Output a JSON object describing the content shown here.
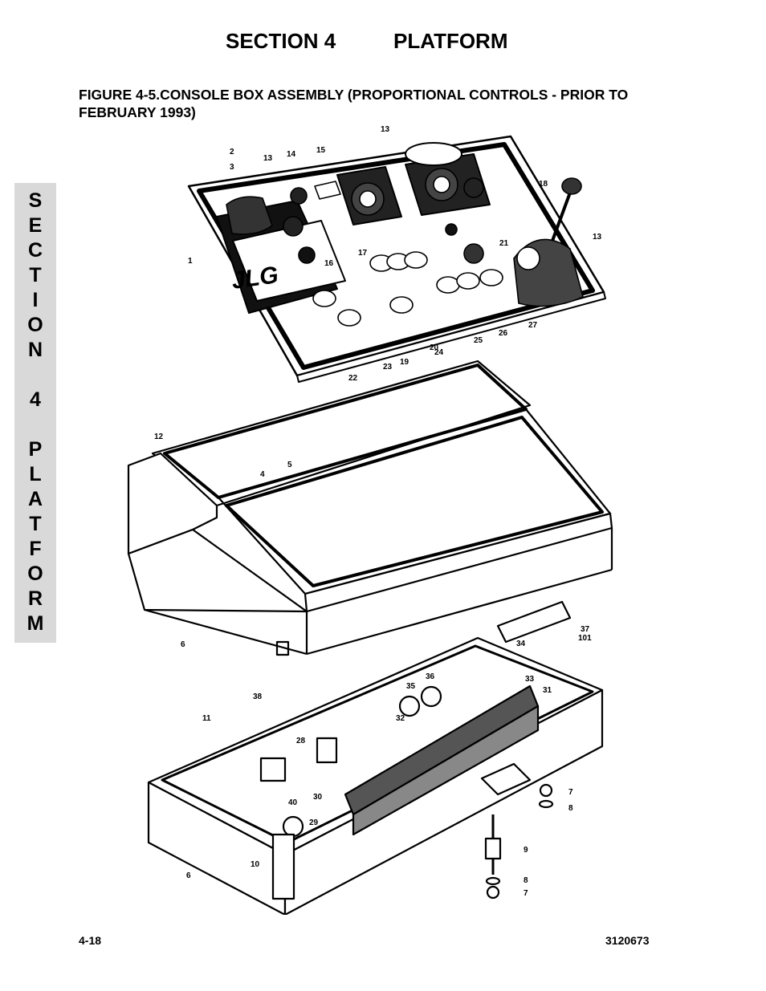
{
  "header": {
    "section": "SECTION 4",
    "title": "PLATFORM"
  },
  "figure": {
    "title": "FIGURE 4-5.CONSOLE BOX ASSEMBLY (PROPORTIONAL CONTROLS - PRIOR TO FEBRUARY 1993)",
    "brand_logo": "JLG",
    "callouts": [
      "1",
      "2",
      "3",
      "4",
      "5",
      "6",
      "6",
      "7",
      "7",
      "8",
      "8",
      "9",
      "10",
      "11",
      "12",
      "13",
      "13",
      "13",
      "14",
      "15",
      "16",
      "17",
      "18",
      "19",
      "20",
      "21",
      "22",
      "23",
      "24",
      "25",
      "26",
      "27",
      "28",
      "29",
      "30",
      "31",
      "32",
      "33",
      "34",
      "35",
      "36",
      "37",
      "101",
      "38",
      "40"
    ]
  },
  "side_tab": {
    "letters": [
      "S",
      "E",
      "C",
      "T",
      "I",
      "O",
      "N",
      " ",
      "4",
      " ",
      "P",
      "L",
      "A",
      "T",
      "F",
      "O",
      "R",
      "M"
    ]
  },
  "footer": {
    "page_number": "4-18",
    "doc_number": "3120673"
  }
}
